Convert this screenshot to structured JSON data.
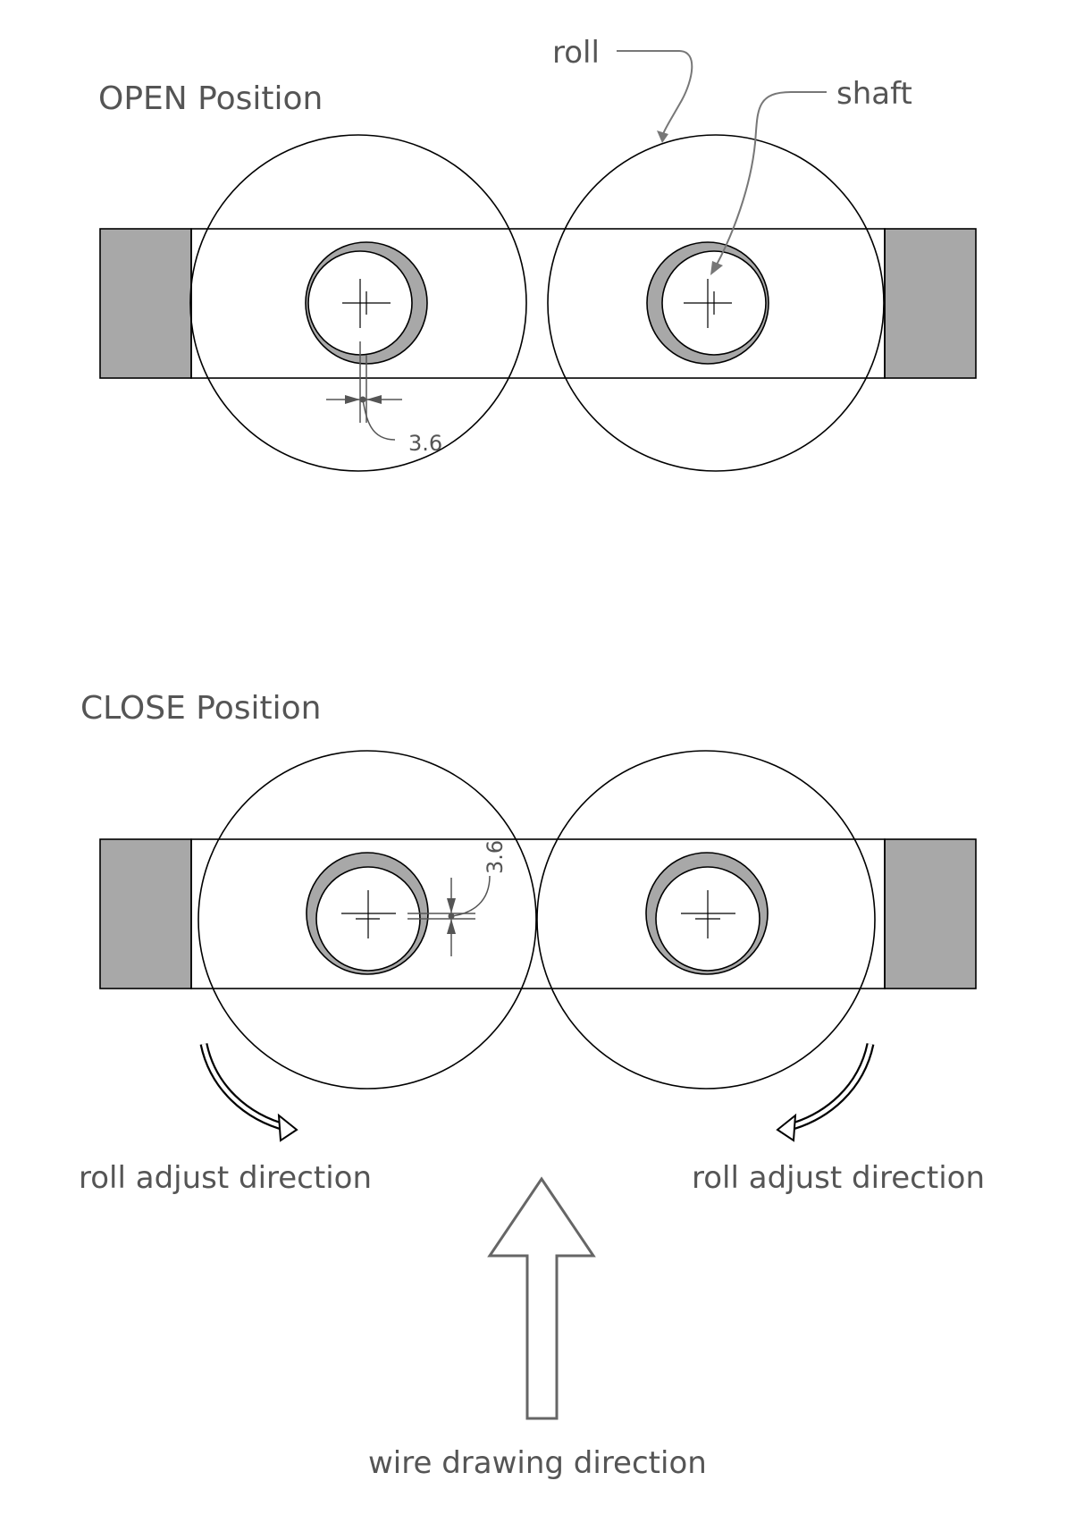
{
  "open_section": {
    "title": "OPEN Position"
  },
  "close_section": {
    "title": "CLOSE Position"
  },
  "callouts": {
    "roll": "roll",
    "shaft": "shaft"
  },
  "dimensions": {
    "open_offset": "3.6",
    "close_offset": "3.6"
  },
  "directions": {
    "left_adjust": "roll adjust direction",
    "right_adjust": "roll adjust direction",
    "wire_drawing": "wire drawing direction"
  },
  "colors": {
    "housing_fill": "#a8a8a8",
    "line": "#000000",
    "label_text": "#555555"
  }
}
